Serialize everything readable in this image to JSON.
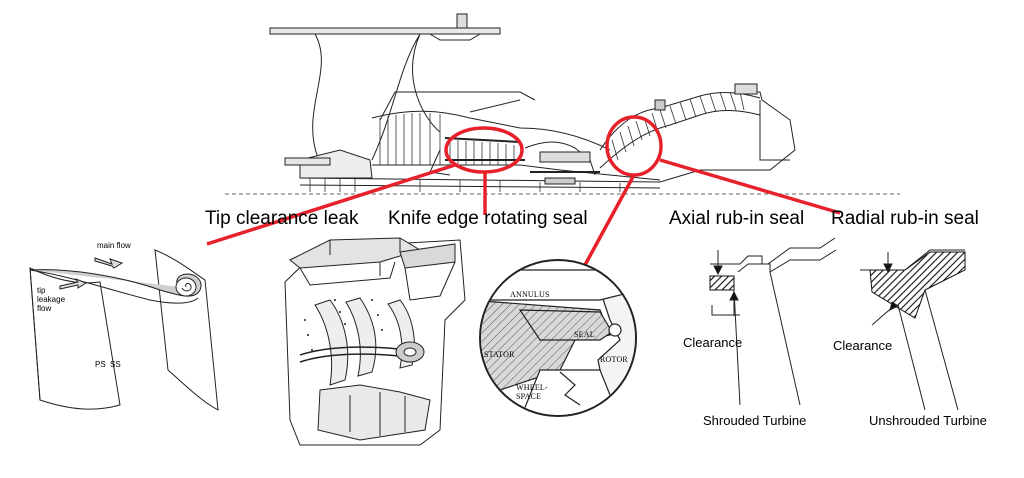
{
  "labels": {
    "tip_clearance": "Tip clearance leak",
    "knife_edge": "Knife edge rotating seal",
    "axial_rub": "Axial rub-in seal",
    "radial_rub": "Radial rub-in seal",
    "main_flow": "main flow",
    "tip_leakage_flow": "tip\nleakage\nflow",
    "ps": "PS",
    "ss": "SS",
    "annulus": "ANNULUS",
    "seal": "SEAL",
    "stator": "STATOR",
    "rotor": "ROTOR",
    "wheel_space": "WHEEL-\nSPACE",
    "clearance_left": "Clearance",
    "clearance_right": "Clearance",
    "shrouded": "Shrouded Turbine",
    "unshrouded": "Unshrouded Turbine"
  },
  "colors": {
    "highlight": "#e8202a",
    "line": "#222222",
    "hatch": "#111111",
    "fill_light": "#cfcfcf",
    "fill_mid": "#9a9a9a"
  }
}
